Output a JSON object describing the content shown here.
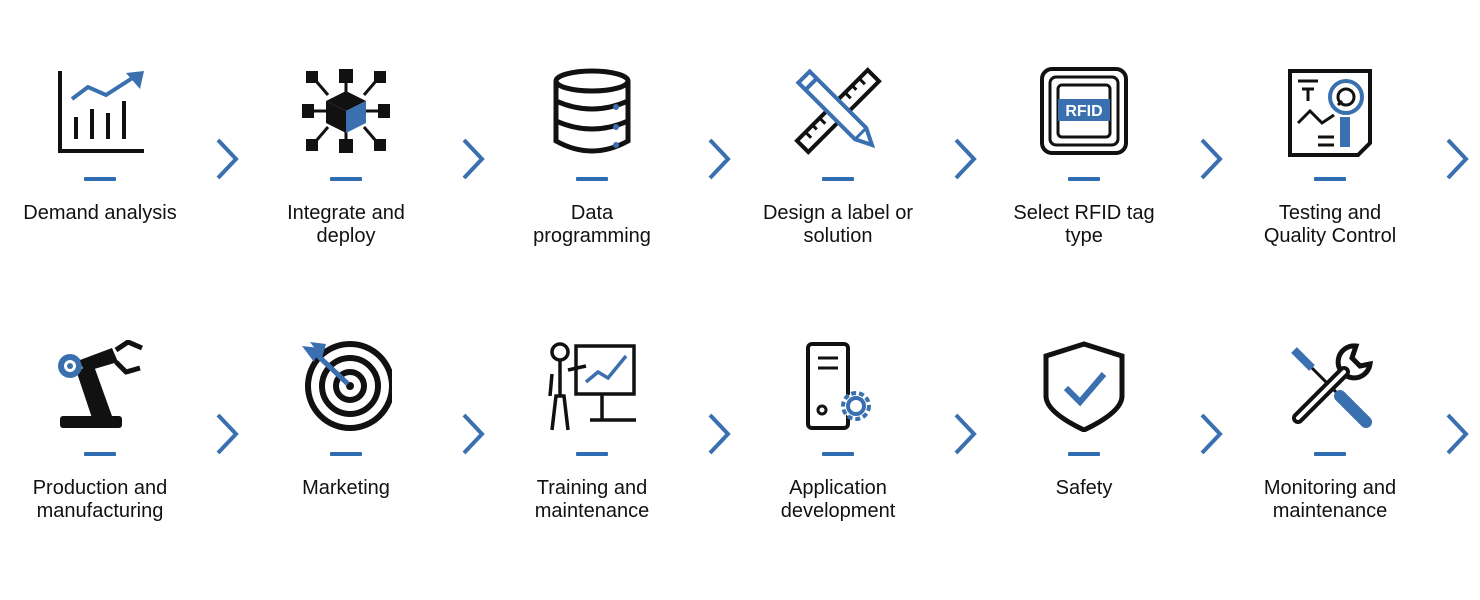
{
  "colors": {
    "accent": "#3a6fb0",
    "ink": "#111111",
    "dash": "#2f6db3"
  },
  "rows": [
    {
      "steps": [
        {
          "label": "Demand analysis",
          "icon": "growth-chart-icon"
        },
        {
          "label": "Integrate and\ndeploy",
          "icon": "cube-network-icon"
        },
        {
          "label": "Data\nprogramming",
          "icon": "database-icon"
        },
        {
          "label": "Design a label or\nsolution",
          "icon": "pencil-ruler-icon"
        },
        {
          "label": "Select RFID tag\ntype",
          "icon": "rfid-tag-icon"
        },
        {
          "label": "Testing and\nQuality Control",
          "icon": "inspection-document-icon"
        }
      ]
    },
    {
      "steps": [
        {
          "label": "Production and\nmanufacturing",
          "icon": "robot-arm-icon"
        },
        {
          "label": "Marketing",
          "icon": "target-icon"
        },
        {
          "label": "Training and\nmaintenance",
          "icon": "presentation-icon"
        },
        {
          "label": "Application\ndevelopment",
          "icon": "server-gear-icon"
        },
        {
          "label": "Safety",
          "icon": "shield-check-icon"
        },
        {
          "label": "Monitoring and\nmaintenance",
          "icon": "wrench-screwdriver-icon"
        }
      ]
    }
  ]
}
